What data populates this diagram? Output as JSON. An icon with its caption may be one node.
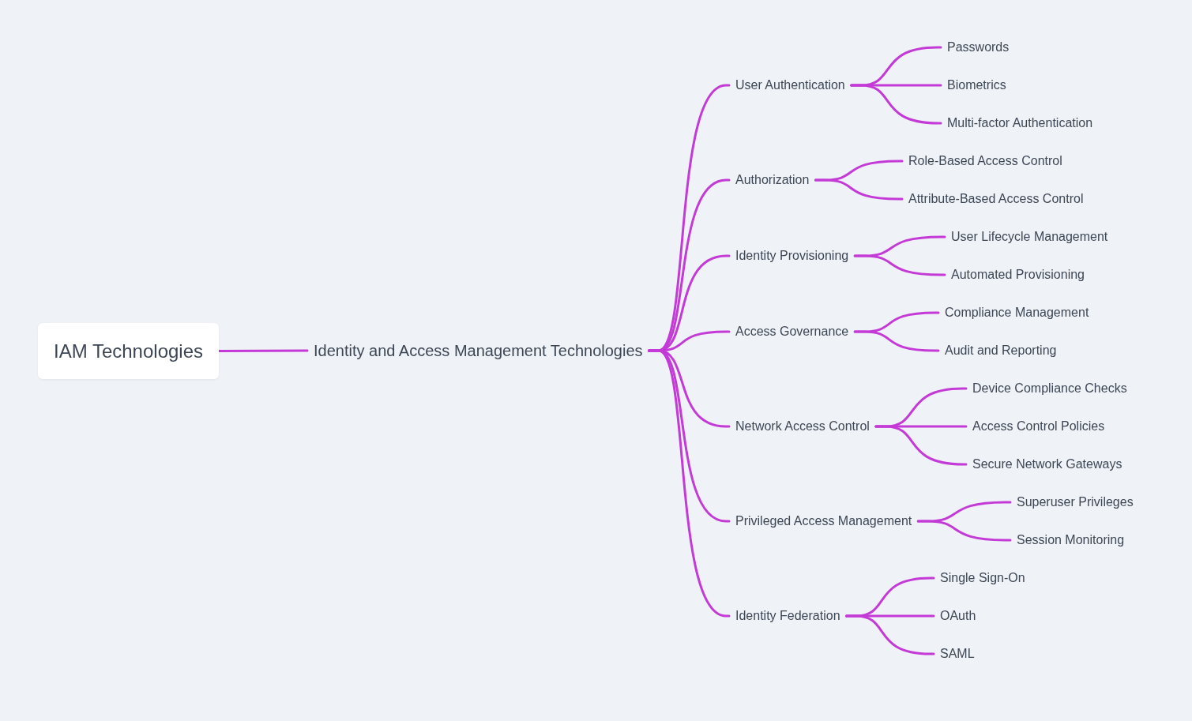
{
  "diagram": {
    "nodes": [
      {
        "text": [
          "IAM Technologies"
        ]
      },
      {
        "text": [
          "Identity and Access Management Technologies"
        ]
      },
      {
        "text": [
          "User Authentication"
        ]
      },
      {
        "text": [
          "Passwords"
        ]
      },
      {
        "text": [
          "Biometrics"
        ]
      },
      {
        "text": [
          "Multi-factor Authentication"
        ]
      },
      {
        "text": [
          "Authorization"
        ]
      },
      {
        "text": [
          "Role-Based Access Control"
        ]
      },
      {
        "text": [
          "Attribute-Based Access Control"
        ]
      },
      {
        "text": [
          "Identity Provisioning"
        ]
      },
      {
        "text": [
          "User Lifecycle Management"
        ]
      },
      {
        "text": [
          "Automated Provisioning"
        ]
      },
      {
        "text": [
          "Access Governance"
        ]
      },
      {
        "text": [
          "Compliance Management"
        ]
      },
      {
        "text": [
          "Audit and Reporting"
        ]
      },
      {
        "text": [
          "Network Access Control"
        ]
      },
      {
        "text": [
          "Device Compliance Checks"
        ]
      },
      {
        "text": [
          "Access Control Policies"
        ]
      },
      {
        "text": [
          "Secure Network Gateways"
        ]
      },
      {
        "text": [
          "Privileged Access Management"
        ]
      },
      {
        "text": [
          "Superuser Privileges"
        ]
      },
      {
        "text": [
          "Session Monitoring"
        ]
      },
      {
        "text": [
          "Identity Federation"
        ]
      },
      {
        "text": [
          "Single Sign-On"
        ]
      },
      {
        "text": [
          "OAuth"
        ]
      },
      {
        "text": [
          "SAML"
        ]
      }
    ],
    "edges": [
      {
        "from": 0,
        "to": 1,
        "arrow": "none"
      },
      {
        "from": 1,
        "to": 2,
        "arrow": "none"
      },
      {
        "from": 2,
        "to": 3,
        "arrow": "none"
      },
      {
        "from": 2,
        "to": 4,
        "arrow": "none"
      },
      {
        "from": 2,
        "to": 5,
        "arrow": "none"
      },
      {
        "from": 1,
        "to": 6,
        "arrow": "none"
      },
      {
        "from": 6,
        "to": 7,
        "arrow": "none"
      },
      {
        "from": 6,
        "to": 8,
        "arrow": "none"
      },
      {
        "from": 1,
        "to": 9,
        "arrow": "none"
      },
      {
        "from": 9,
        "to": 10,
        "arrow": "none"
      },
      {
        "from": 9,
        "to": 11,
        "arrow": "none"
      },
      {
        "from": 1,
        "to": 12,
        "arrow": "none"
      },
      {
        "from": 12,
        "to": 13,
        "arrow": "none"
      },
      {
        "from": 12,
        "to": 14,
        "arrow": "none"
      },
      {
        "from": 1,
        "to": 15,
        "arrow": "none"
      },
      {
        "from": 15,
        "to": 16,
        "arrow": "none"
      },
      {
        "from": 15,
        "to": 17,
        "arrow": "none"
      },
      {
        "from": 15,
        "to": 18,
        "arrow": "none"
      },
      {
        "from": 1,
        "to": 19,
        "arrow": "none"
      },
      {
        "from": 19,
        "to": 20,
        "arrow": "none"
      },
      {
        "from": 19,
        "to": 21,
        "arrow": "none"
      },
      {
        "from": 1,
        "to": 22,
        "arrow": "none"
      },
      {
        "from": 22,
        "to": 23,
        "arrow": "none"
      },
      {
        "from": 22,
        "to": 24,
        "arrow": "none"
      },
      {
        "from": 22,
        "to": 25,
        "arrow": "none"
      }
    ]
  }
}
